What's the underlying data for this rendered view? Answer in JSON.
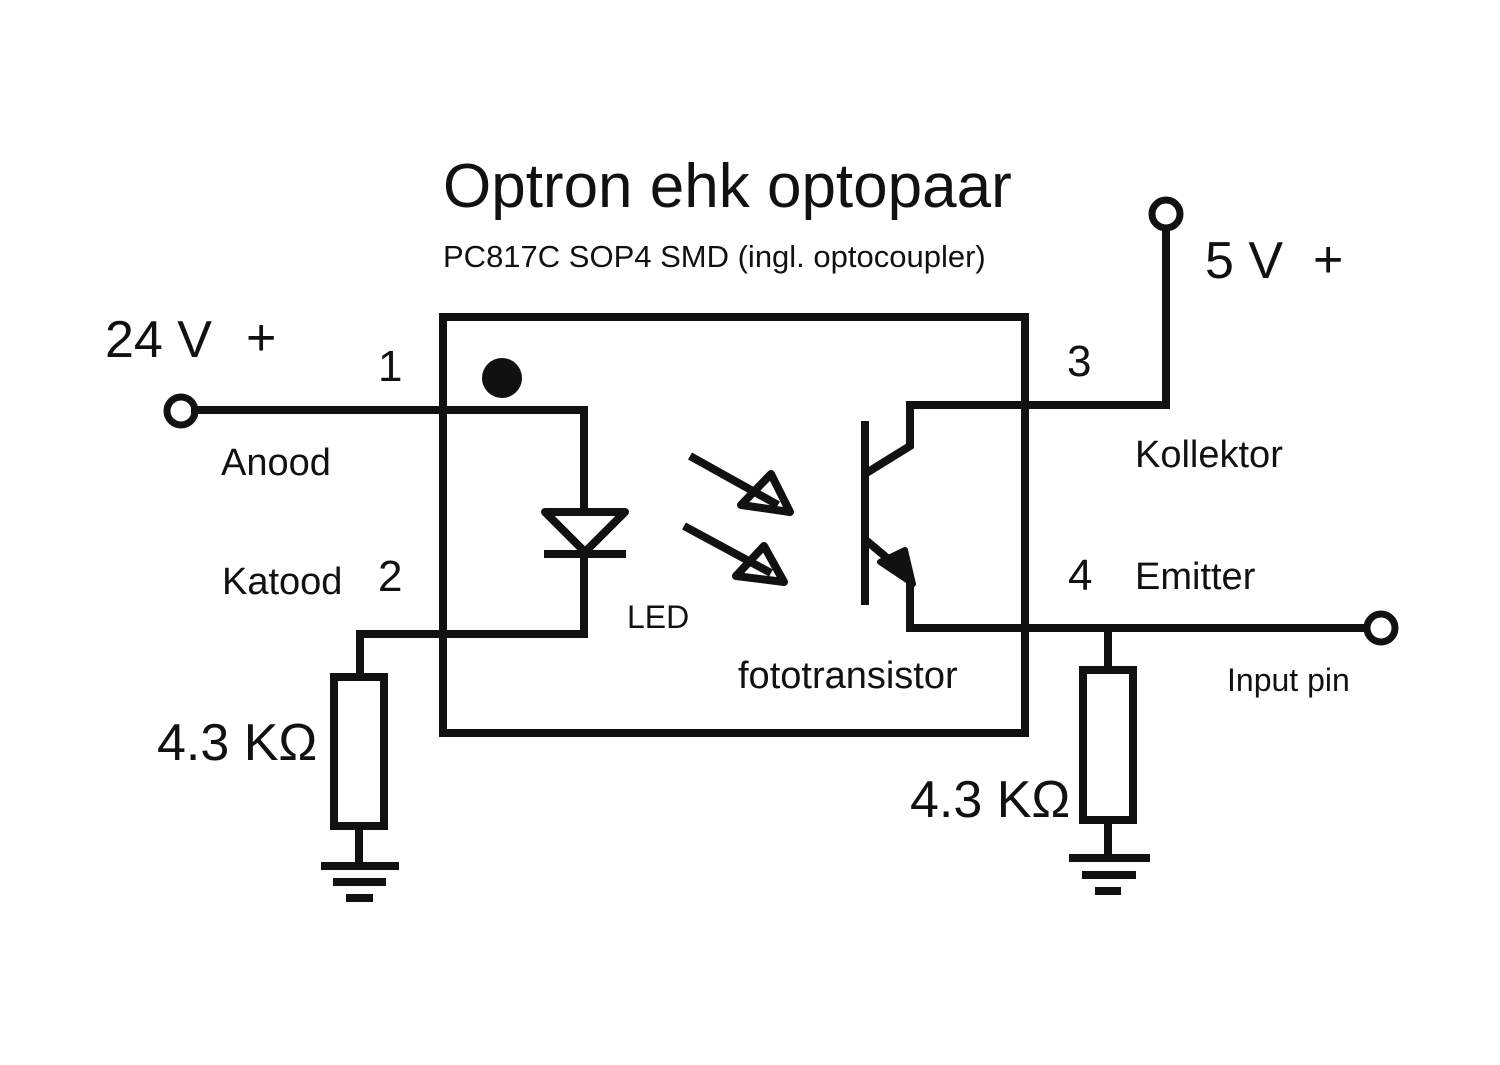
{
  "title": "Optron ehk optopaar",
  "subtitle": "PC817C SOP4 SMD (ingl. optocoupler)",
  "supply_left": "24 V",
  "supply_left_sign": "+",
  "supply_right": "5 V",
  "supply_right_sign": "+",
  "pins": {
    "p1": "1",
    "p2": "2",
    "p3": "3",
    "p4": "4"
  },
  "labels": {
    "anode": "Anood",
    "cathode": "Katood",
    "led": "LED",
    "phototransistor": "fototransistor",
    "collector": "Kollektor",
    "emitter": "Emitter",
    "input_pin": "Input pin"
  },
  "resistors": {
    "left": "4.3 KΩ",
    "right": "4.3 KΩ"
  },
  "colors": {
    "ink": "#111111",
    "background": "#ffffff"
  }
}
